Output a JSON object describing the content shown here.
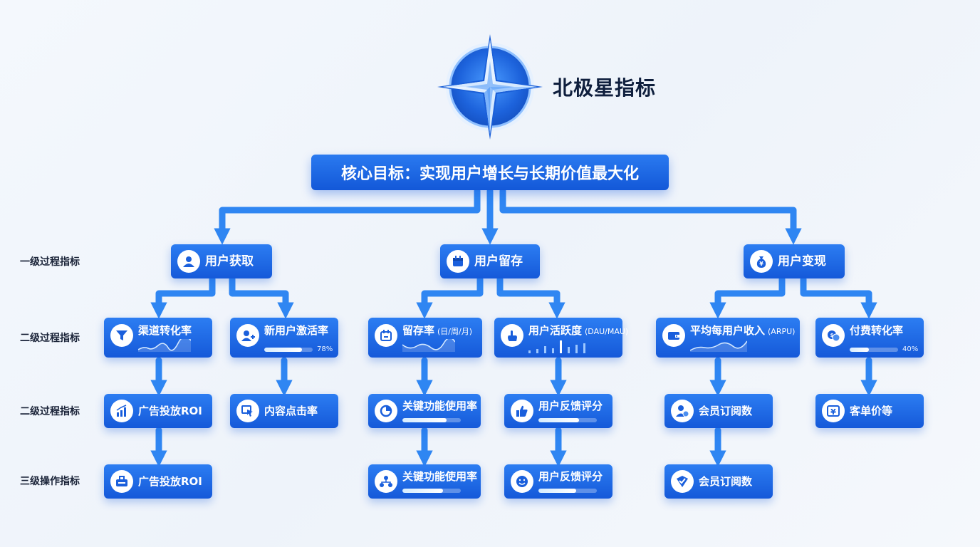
{
  "header": {
    "title": "北极星指标",
    "core_goal": "核心目标：实现用户增长与长期价值最大化"
  },
  "row_labels": {
    "level1": "一级过程指标",
    "level2a": "二级过程指标",
    "level2b": "二级过程指标",
    "level3": "三级操作指标"
  },
  "primary": {
    "acquisition": "用户获取",
    "retention": "用户留存",
    "monetization": "用户变现"
  },
  "level2": {
    "channel_conversion": "渠道转化率",
    "new_user_activation": "新用户激活率",
    "new_user_activation_pct": "78%",
    "new_user_activation_value": 0.78,
    "retention_rate": "留存率",
    "retention_rate_note": "(日/周/月)",
    "activity": "用户活跃度",
    "activity_note": "(DAU/MAU)",
    "arpu": "平均每用户收入",
    "arpu_note": "(ARPU)",
    "paid_conversion": "付费转化率",
    "paid_conversion_pct": "40%",
    "paid_conversion_value": 0.4
  },
  "level2b": {
    "ad_roi": "广告投放ROI",
    "content_ctr": "内容点击率",
    "key_feature_usage": "关键功能使用率",
    "key_feature_usage_value": 0.75,
    "feedback_score": "用户反馈评分",
    "feedback_score_value": 0.7,
    "member_subs": "会员订阅数",
    "avg_order_value": "客单价等"
  },
  "level3": {
    "ad_roi": "广告投放ROI",
    "key_feature_usage": "关键功能使用率",
    "key_feature_usage_value": 0.7,
    "feedback_score": "用户反馈评分",
    "feedback_score_value": 0.65,
    "member_subs": "会员订阅数"
  },
  "colors": {
    "node_top": "#2c7df2",
    "node_bottom": "#1559d9",
    "connector": "#2f86f2",
    "title": "#0f1f3d"
  },
  "icons": {
    "acquisition": "users-icon",
    "retention": "calendar-icon",
    "monetization": "money-bag-icon",
    "channel_conversion": "funnel-icon",
    "new_user_activation": "user-add-icon",
    "retention_rate": "calendar-icon",
    "activity": "hand-pointer-icon",
    "arpu": "wallet-icon",
    "paid_conversion": "coin-icon",
    "ad_roi": "bar-chart-icon",
    "content_ctr": "cursor-click-icon",
    "key_feature_usage": "pie-chart-icon",
    "feedback_score": "thumbs-up-icon",
    "member_subs": "member-user-icon",
    "avg_order_value": "yen-icon",
    "ad_roi_l3": "toolbox-icon",
    "key_feature_usage_l3": "network-icon",
    "feedback_score_l3": "smiley-icon",
    "member_subs_l3": "checkmark-shield-icon"
  }
}
